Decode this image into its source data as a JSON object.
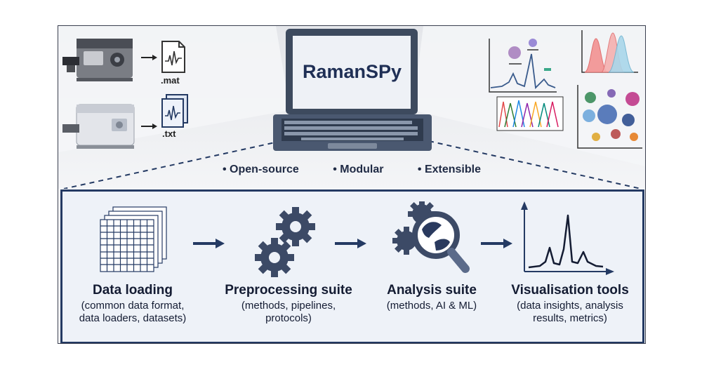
{
  "brand": {
    "name": "RamanSPy"
  },
  "inputs": [
    {
      "file_ext": ".mat",
      "icon": "spectrometer-dark-icon"
    },
    {
      "file_ext": ".txt",
      "icon": "spectrometer-light-icon"
    }
  ],
  "features": [
    "Open-source",
    "Modular",
    "Extensible"
  ],
  "steps": [
    {
      "title": "Data loading",
      "desc_lines": [
        "(common data format,",
        "data loaders, datasets)"
      ],
      "icon": "data-cube-icon"
    },
    {
      "title": "Preprocessing suite",
      "desc_lines": [
        "(methods, pipelines,",
        "protocols)"
      ],
      "icon": "gears-icon"
    },
    {
      "title": "Analysis suite",
      "desc_lines": [
        "(methods, AI & ML)"
      ],
      "icon": "magnifier-gears-icon"
    },
    {
      "title": "Visualisation tools",
      "desc_lines": [
        "(data insights, analysis",
        "results, metrics)"
      ],
      "icon": "spectrum-plot-icon"
    }
  ],
  "colors": {
    "navy": "#243a63",
    "panel_bg": "#eef2f8",
    "peak_red": "#f08a8a",
    "peak_blue": "#9fd0e6"
  }
}
